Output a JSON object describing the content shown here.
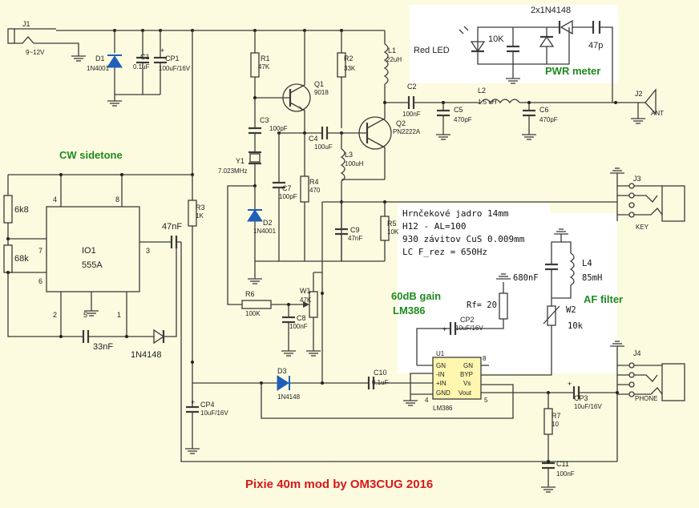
{
  "title": "Pixie 40m mod by OM3CUG 2016",
  "sections": {
    "cw_sidetone": "CW sidetone",
    "pwr_meter": "PWR meter",
    "gain": "60dB gain",
    "amp": "LM386",
    "af_filter": "AF filter"
  },
  "note_lines": [
    "Hrnčekové jadro 14mm",
    "H12 - AL=100",
    "930 závitov CuS 0.009mm",
    "LC F_rez = 650Hz"
  ],
  "pwr_meter_labels": {
    "diodes": "2x1N4148",
    "led": "Red LED",
    "resistor": "10K",
    "cap": "47p"
  },
  "filter_labels": {
    "cap": "680nF",
    "coil_ref": "L4",
    "coil_val": "85mH",
    "pot_ref": "W2",
    "pot_val": "10k",
    "rf": "Rf= 20"
  },
  "ic_555": {
    "ref": "IO1",
    "part": "555A",
    "pins": [
      "4",
      "8",
      "7",
      "6",
      "2",
      "5",
      "1",
      "3"
    ]
  },
  "sidetone_parts": {
    "r_top": "6k8",
    "r_bot": "68k",
    "cap_out": "47nF",
    "cap_bot": "33nF",
    "diode": "1N4148"
  },
  "components": {
    "J1": "J1",
    "J1_val": "9~12V",
    "D1": "D1",
    "D1_val": "1N4001",
    "C1": "C1",
    "C1_val": "0.1uF",
    "CP1": "CP1",
    "CP1_val": "100uF/16V",
    "R1": "R1",
    "R1_val": "47K",
    "R2": "R2",
    "R2_val": "33K",
    "Q1": "Q1",
    "Q1_val": "9018",
    "Q2": "Q2",
    "Q2_val": "PN2222A",
    "L1": "L1",
    "L1_val": "22uH",
    "C2": "C2",
    "C2_val": "100nF",
    "L2": "L2",
    "L2_val": "1.5 uH",
    "C5": "C5",
    "C5_val": "470pF",
    "C6": "C6",
    "C6_val": "470pF",
    "J2": "J2",
    "J2_val": "ANT",
    "C3": "C3",
    "C3_val": "100pF",
    "C4": "C4",
    "C4_val": "100uF",
    "Y1": "Y1",
    "Y1_val": "7.023MHz",
    "C7": "C7",
    "C7_val": "100pF",
    "R4": "R4",
    "R4_val": "470",
    "L3": "L3",
    "L3_val": "100uH",
    "D2": "D2",
    "D2_val": "1N4001",
    "C9": "C9",
    "C9_val": "47nF",
    "R5": "R5",
    "R5_val": "10K",
    "R3": "R3",
    "R3_val": "1K",
    "R6": "R6",
    "R6_val": "100K",
    "W1": "W1",
    "W1_val": "47K",
    "C8": "C8",
    "C8_val": "100nF",
    "J3": "J3",
    "J3_val": "KEY",
    "D3": "D3",
    "D3_val": "1N4148",
    "C10": "C10",
    "C10_val": "0.1uF",
    "CP2": "CP2",
    "CP2_val": "10uF/16V",
    "U1": "U1",
    "U1_val": "LM386",
    "CP3": "CP3",
    "CP3_val": "10uF/16V",
    "CP4": "CP4",
    "CP4_val": "10uF/16V",
    "R7": "R7",
    "R7_val": "10",
    "C11": "C11",
    "C11_val": "100nF",
    "J4": "J4",
    "J4_val": "PHONE"
  },
  "u1_pins": {
    "gn1": "GN",
    "gn2": "GN",
    "inm": "-IN",
    "byp": "BYP",
    "inp": "+IN",
    "vs": "Vs",
    "gnd": "GND",
    "vout": "Vout",
    "p8": "8",
    "p4": "4",
    "p5": "5"
  },
  "colors": {
    "wire": "#3a3a3a",
    "diode": "#1f5fb8",
    "section": "#1e8a1e",
    "title": "#d81818",
    "bg": "#fcfbe0"
  }
}
